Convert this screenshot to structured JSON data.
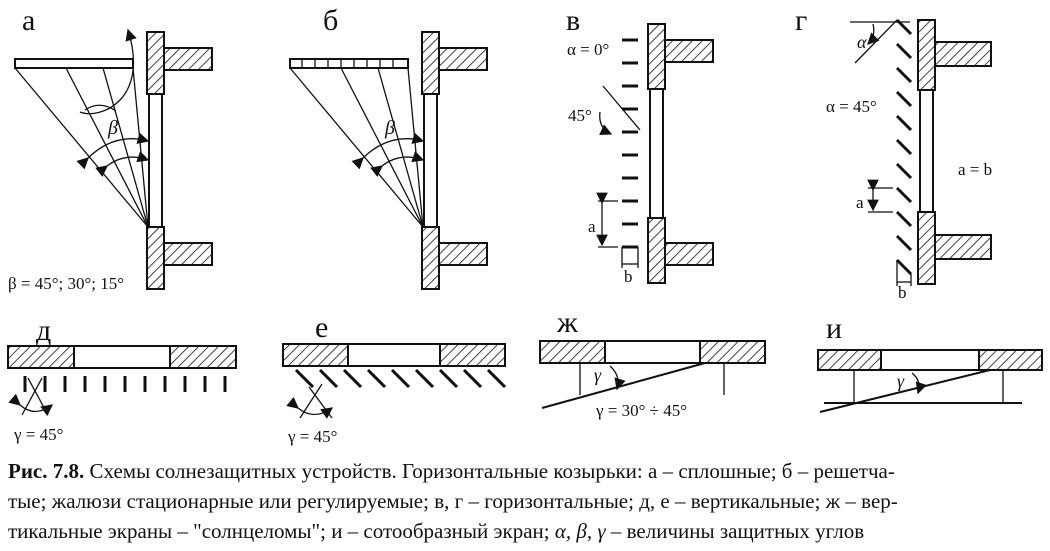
{
  "panels": {
    "a": {
      "letter": "а",
      "beta_label": "β",
      "footnote": "β = 45°; 30°; 15°"
    },
    "b": {
      "letter": "б",
      "beta_label": "β"
    },
    "v": {
      "letter": "в",
      "alpha0": "α = 0°",
      "angle45": "45°",
      "a_label": "a",
      "b_label": "b"
    },
    "g": {
      "letter": "г",
      "alpha_label": "α",
      "alpha45": "α = 45°",
      "ab_eq": "a = b",
      "a_label": "a",
      "b_label": "b"
    },
    "d": {
      "letter": "д",
      "gamma45": "γ = 45°"
    },
    "e": {
      "letter": "е",
      "gamma45": "γ = 45°"
    },
    "zh": {
      "letter": "ж",
      "gamma_label": "γ",
      "gamma_range": "γ = 30° ÷ 45°"
    },
    "i": {
      "letter": "и",
      "gamma_label": "γ"
    }
  },
  "caption": {
    "title": "Рис. 7.8.",
    "line1": " Схемы солнезащитных устройств. Горизонтальные козырьки: а – сплошные; б – решетча-",
    "line2": "тые; жалюзи стационарные или регулируемые; в, г – горизонтальные; д, е – вертикальные; ж  – вер-",
    "line3a": "тикальные экраны – \"солнцеломы\"; и – сотообразный экран; ",
    "line3_symbols": "α, β, γ",
    "line3b": " – величины защитных углов"
  }
}
